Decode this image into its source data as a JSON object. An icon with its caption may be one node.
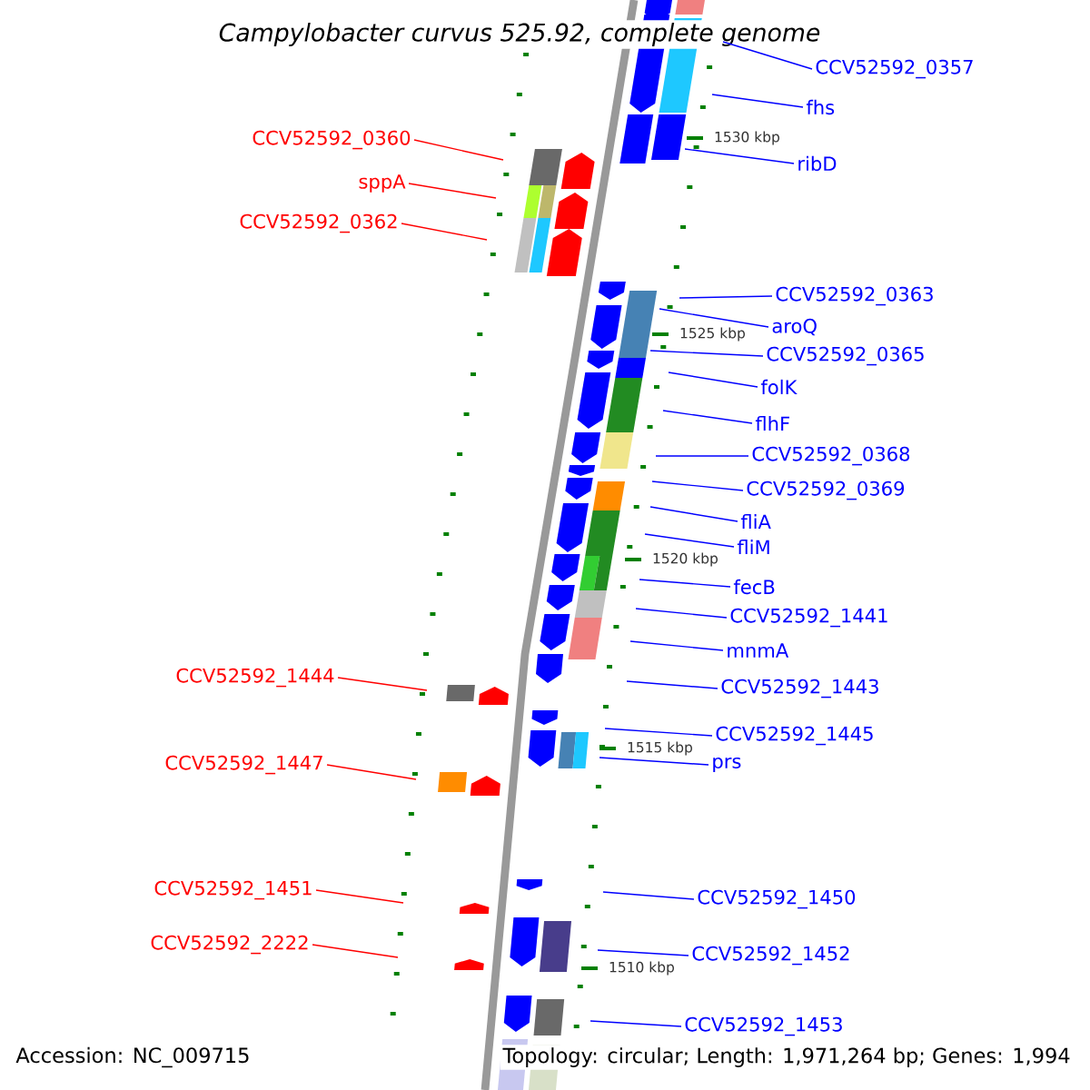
{
  "diagram": {
    "title": "Campylobacter curvus 525.92, complete genome",
    "nodes": [
      {
        "text": [
          "CCV52592_0357"
        ]
      },
      {
        "text": [
          "fhs"
        ]
      },
      {
        "text": [
          "ribD"
        ]
      },
      {
        "text": [
          "CCV52592_0363"
        ]
      },
      {
        "text": [
          "aroQ"
        ]
      },
      {
        "text": [
          "CCV52592_0365"
        ]
      },
      {
        "text": [
          "folK"
        ]
      },
      {
        "text": [
          "flhF"
        ]
      },
      {
        "text": [
          "CCV52592_0368"
        ]
      },
      {
        "text": [
          "CCV52592_0369"
        ]
      },
      {
        "text": [
          "fliA"
        ]
      },
      {
        "text": [
          "fliM"
        ]
      },
      {
        "text": [
          "fecB"
        ]
      },
      {
        "text": [
          "CCV52592_1441"
        ]
      },
      {
        "text": [
          "mnmA"
        ]
      },
      {
        "text": [
          "CCV52592_1443"
        ]
      },
      {
        "text": [
          "CCV52592_1445"
        ]
      },
      {
        "text": [
          "prs"
        ]
      },
      {
        "text": [
          "CCV52592_1450"
        ]
      },
      {
        "text": [
          "CCV52592_1452"
        ]
      },
      {
        "text": [
          "CCV52592_1453"
        ]
      },
      {
        "text": [
          "CCV52592_0360"
        ]
      },
      {
        "text": [
          "sppA"
        ]
      },
      {
        "text": [
          "CCV52592_0362"
        ]
      },
      {
        "text": [
          "CCV52592_1444"
        ]
      },
      {
        "text": [
          "CCV52592_1447"
        ]
      },
      {
        "text": [
          "CCV52592_1451"
        ]
      },
      {
        "text": [
          "CCV52592_2222"
        ]
      }
    ],
    "edges": [
      {
        "from": 0,
        "to": null,
        "arrow": "none"
      },
      {
        "from": 1,
        "to": null,
        "arrow": "none"
      },
      {
        "from": 2,
        "to": null,
        "arrow": "none"
      },
      {
        "from": 3,
        "to": null,
        "arrow": "none"
      },
      {
        "from": 4,
        "to": null,
        "arrow": "none"
      },
      {
        "from": 5,
        "to": null,
        "arrow": "none"
      },
      {
        "from": 6,
        "to": null,
        "arrow": "none"
      },
      {
        "from": 7,
        "to": null,
        "arrow": "none"
      },
      {
        "from": 8,
        "to": null,
        "arrow": "none"
      },
      {
        "from": 9,
        "to": null,
        "arrow": "none"
      },
      {
        "from": 10,
        "to": null,
        "arrow": "none"
      },
      {
        "from": 11,
        "to": null,
        "arrow": "none"
      },
      {
        "from": 12,
        "to": null,
        "arrow": "none"
      },
      {
        "from": 13,
        "to": null,
        "arrow": "none"
      },
      {
        "from": 14,
        "to": null,
        "arrow": "none"
      },
      {
        "from": 15,
        "to": null,
        "arrow": "none"
      },
      {
        "from": 16,
        "to": null,
        "arrow": "none"
      },
      {
        "from": 17,
        "to": null,
        "arrow": "none"
      },
      {
        "from": 18,
        "to": null,
        "arrow": "none"
      },
      {
        "from": 19,
        "to": null,
        "arrow": "none"
      },
      {
        "from": 20,
        "to": null,
        "arrow": "none"
      },
      {
        "from": 21,
        "to": null,
        "arrow": "none",
        "color": "#ff0000"
      },
      {
        "from": 22,
        "to": null,
        "arrow": "none",
        "color": "#ff0000"
      },
      {
        "from": 23,
        "to": null,
        "arrow": "none",
        "color": "#ff0000"
      },
      {
        "from": 24,
        "to": null,
        "arrow": "none",
        "color": "#ff0000"
      },
      {
        "from": 25,
        "to": null,
        "arrow": "none",
        "color": "#ff0000"
      },
      {
        "from": 26,
        "to": null,
        "arrow": "none",
        "color": "#ff0000"
      },
      {
        "from": 27,
        "to": null,
        "arrow": "none",
        "color": "#ff0000"
      }
    ],
    "labels": [
      "1530 kbp",
      "1525 kbp",
      "1520 kbp",
      "1515 kbp",
      "1510 kbp",
      "Accession: NC_009715",
      "Topology: circular; Length: 1,971,264 bp; Genes: 1,994"
    ]
  }
}
